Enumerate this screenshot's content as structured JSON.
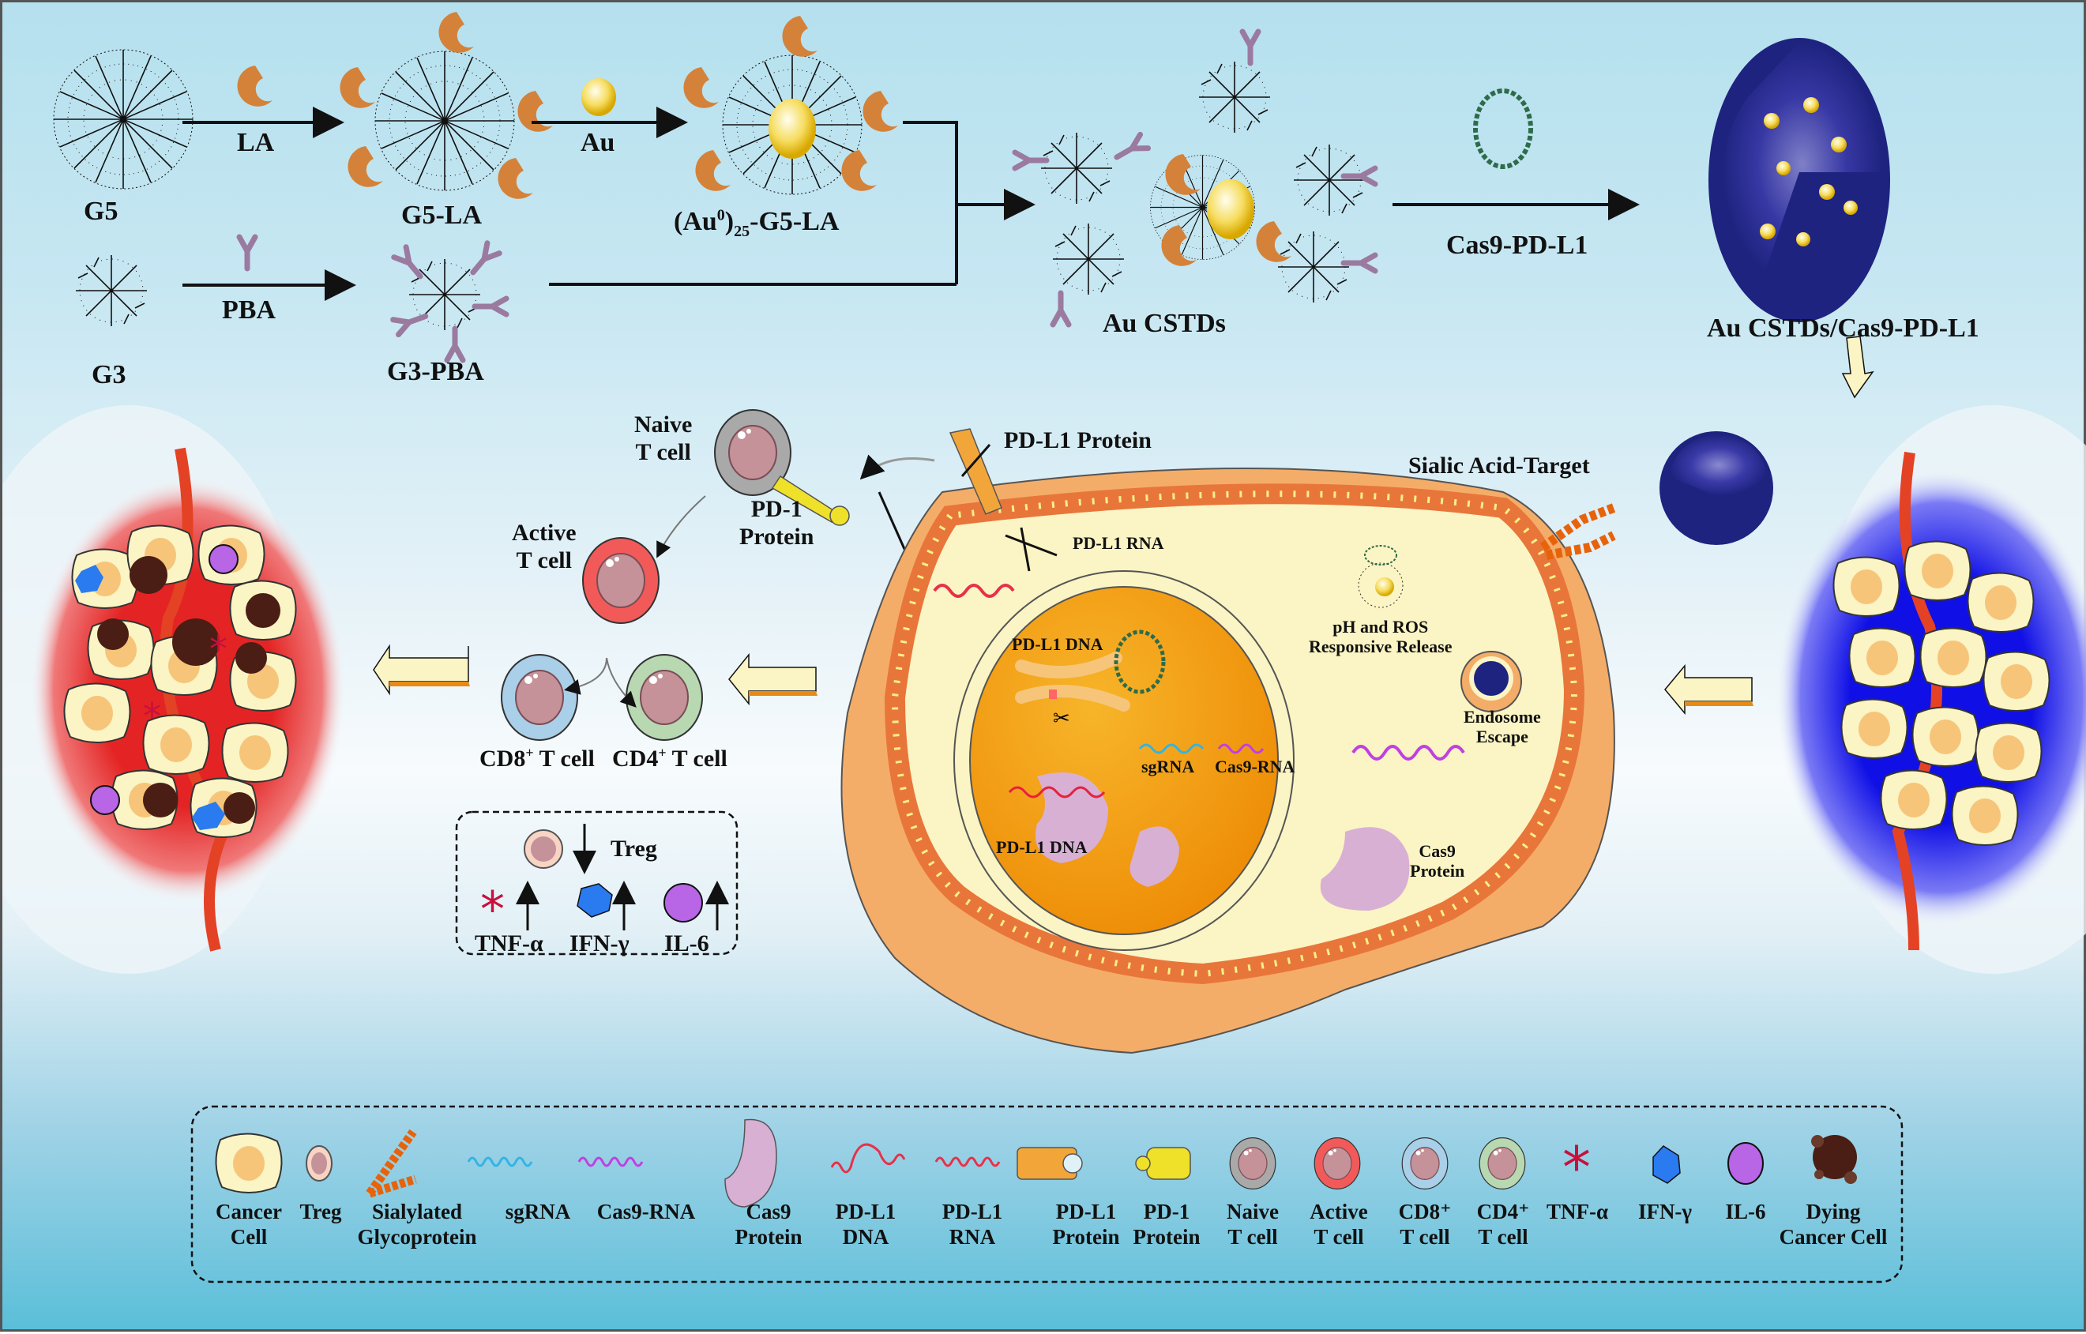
{
  "synthesis": {
    "g5": "G5",
    "la_reagent": "LA",
    "g5_la": "G5-LA",
    "au_reagent": "Au",
    "au_g5_la_prefix": "(Au",
    "au_g5_la_sup": "0",
    "au_g5_la_mid": ")",
    "au_g5_la_sub": "25",
    "au_g5_la_suffix": "-G5-LA",
    "g3": "G3",
    "pba_reagent": "PBA",
    "g3_pba": "G3-PBA",
    "au_cstds": "Au CSTDs",
    "cas9_plasmid": "Cas9-PD-L1",
    "complex": "Au CSTDs/Cas9-PD-L1"
  },
  "immune": {
    "naive_t_cell": [
      "Naive",
      "T cell"
    ],
    "pd1_protein": [
      "PD-1",
      "Protein"
    ],
    "active_t_cell": [
      "Active",
      "T cell"
    ],
    "cd8": {
      "base": "CD8",
      "sup": "+",
      "rest": " T cell"
    },
    "cd4": {
      "base": "CD4",
      "sup": "+",
      "rest": " T cell"
    },
    "box": {
      "treg": "Treg",
      "tnf": "TNF-α",
      "ifn": "IFN-γ",
      "il6": "IL-6"
    }
  },
  "cell": {
    "pdl1_protein": "PD-L1 Protein",
    "pdl1_rna": "PD-L1 RNA",
    "pdl1_dna_top": "PD-L1 DNA",
    "pdl1_dna_bottom": "PD-L1 DNA",
    "sgrna": "sgRNA",
    "cas9_rna": "Cas9-RNA",
    "sialic": "Sialic Acid-Target",
    "release": [
      "pH and ROS",
      "Responsive Release"
    ],
    "endosome": [
      "Endosome",
      "Escape"
    ],
    "cas9_protein": [
      "Cas9",
      "Protein"
    ]
  },
  "legend": [
    {
      "icon": "cancer-cell-icon",
      "lines": [
        "Cancer",
        "Cell"
      ]
    },
    {
      "icon": "treg-icon",
      "lines": [
        "Treg",
        ""
      ]
    },
    {
      "icon": "sialylated-glycoprotein-icon",
      "lines": [
        "Sialylated",
        "Glycoprotein"
      ]
    },
    {
      "icon": "sgrna-icon",
      "lines": [
        "sgRNA",
        ""
      ]
    },
    {
      "icon": "cas9-rna-icon",
      "lines": [
        "Cas9-RNA",
        ""
      ]
    },
    {
      "icon": "cas9-protein-icon",
      "lines": [
        "Cas9",
        "Protein"
      ]
    },
    {
      "icon": "pdl1-dna-icon",
      "lines": [
        "PD-L1",
        "DNA"
      ]
    },
    {
      "icon": "pdl1-rna-icon",
      "lines": [
        "PD-L1",
        "RNA"
      ]
    },
    {
      "icon": "pdl1-protein-icon",
      "lines": [
        "PD-L1",
        "Protein"
      ]
    },
    {
      "icon": "pd1-protein-icon",
      "lines": [
        "PD-1",
        "Protein"
      ]
    },
    {
      "icon": "naive-t-cell-icon",
      "lines": [
        "Naive",
        "T cell"
      ]
    },
    {
      "icon": "active-t-cell-icon",
      "lines": [
        "Active",
        "T cell"
      ]
    },
    {
      "icon": "cd8-t-cell-icon",
      "lines": [
        "CD8⁺",
        "T cell"
      ]
    },
    {
      "icon": "cd4-t-cell-icon",
      "lines": [
        "CD4⁺",
        "T cell"
      ]
    },
    {
      "icon": "tnf-alpha-icon",
      "lines": [
        "TNF-α",
        ""
      ]
    },
    {
      "icon": "ifn-gamma-icon",
      "lines": [
        "IFN-γ",
        ""
      ]
    },
    {
      "icon": "il6-icon",
      "lines": [
        "IL-6",
        ""
      ]
    },
    {
      "icon": "dying-cancer-cell-icon",
      "lines": [
        "Dying",
        "Cancer Cell"
      ]
    }
  ],
  "colors": {
    "la_orange": "#d4823a",
    "pba_purple": "#9b7aa0",
    "gold": "#f4d13a",
    "membrane_orange": "#e8763a",
    "lipid_yellow": "#f7ef8a",
    "nucleus_orange": "#f2a10e",
    "navy": "#1e237f",
    "tumor_red": "#e02020",
    "tumor_blue": "#1010e0"
  }
}
